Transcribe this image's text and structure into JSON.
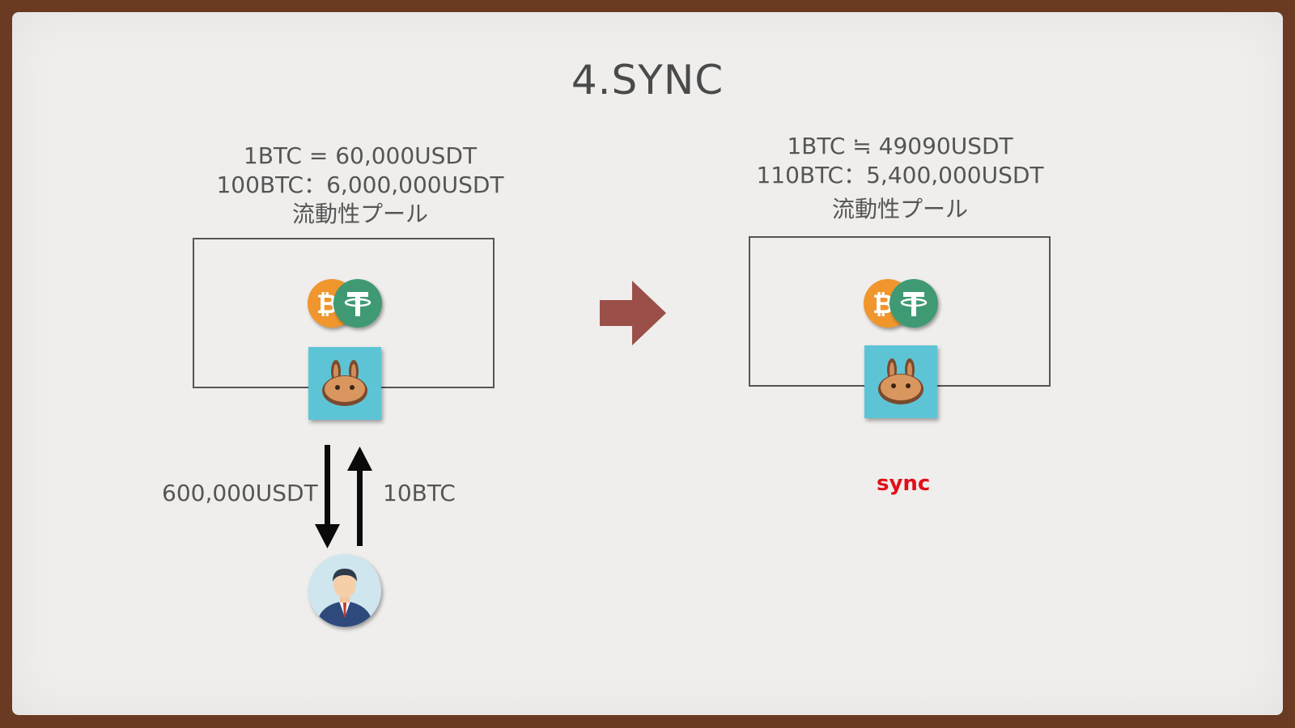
{
  "title": "4.SYNC",
  "left_pool": {
    "line1": "1BTC = 60,000USDT",
    "line2": "100BTC：6,000,000USDT",
    "line3": "流動性プール"
  },
  "right_pool": {
    "line1": "1BTC ≒ 49090USDT",
    "line2": "110BTC：5,400,000USDT",
    "line3": "流動性プール"
  },
  "flow": {
    "out_label": "600,000USDT",
    "in_label": "10BTC"
  },
  "sync_label": "sync",
  "icons": {
    "bitcoin": "bitcoin-icon",
    "tether": "tether-icon",
    "pancakeswap": "pancakeswap-icon",
    "user": "user-avatar-icon",
    "arrow": "right-arrow-icon"
  },
  "colors": {
    "frame": "#6b3a22",
    "arrow": "#9a4f48",
    "sync": "#e0101a",
    "btc": "#f0962c",
    "usdt": "#3f9a74",
    "pancake_bg": "#5dc4d6"
  }
}
